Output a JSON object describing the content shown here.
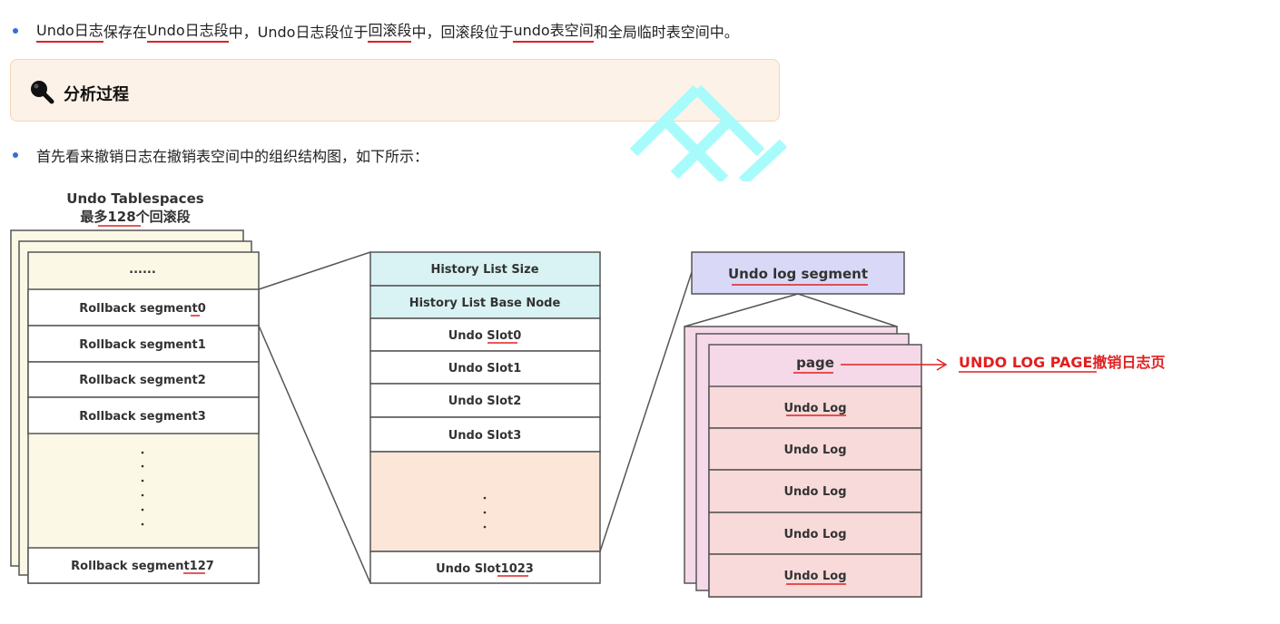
{
  "bullet1": {
    "parts": [
      "Undo日志",
      "保存在",
      "Undo日志段",
      "中，Undo日志段位于",
      "回滚段",
      "中，回滚段位于",
      "undo表空间",
      "和全局临时表空间中。"
    ]
  },
  "analysis": {
    "label": "分析过程",
    "icon": "search-icon"
  },
  "bullet2": {
    "text": "首先看来撤销日志在撤销表空间中的组织结构图，如下所示："
  },
  "tablespaces": {
    "title": "Undo Tablespaces",
    "subtitle": "最多128个回滚段",
    "rows": [
      "......",
      "Rollback segment0",
      "Rollback segment1",
      "Rollback segment2",
      "Rollback segment3",
      "Rollback segment127"
    ]
  },
  "rollback_segment": {
    "rows": [
      "History List Size",
      "History List Base Node",
      "Undo Slot0",
      "Undo Slot1",
      "Undo Slot2",
      "Undo Slot3",
      "Undo Slot1023"
    ]
  },
  "undo_log_segment": {
    "title": "Undo log segment",
    "page_label": "page",
    "logs": [
      "Undo Log",
      "Undo Log",
      "Undo Log",
      "Undo Log",
      "Undo Log"
    ],
    "annotation": "UNDO LOG PAGE撤销日志页"
  },
  "colors": {
    "accent_red": "#e02020",
    "bullet_blue": "#2f6fde",
    "tablespace_fill": "#fbf8e6",
    "slot_header_fill": "#d9f2f4",
    "slot_blank_fill": "#fbe6d8",
    "segment_header_fill": "#d9d9f7",
    "page_fill": "#f6d9e8",
    "log_fill": "#f8dada"
  }
}
